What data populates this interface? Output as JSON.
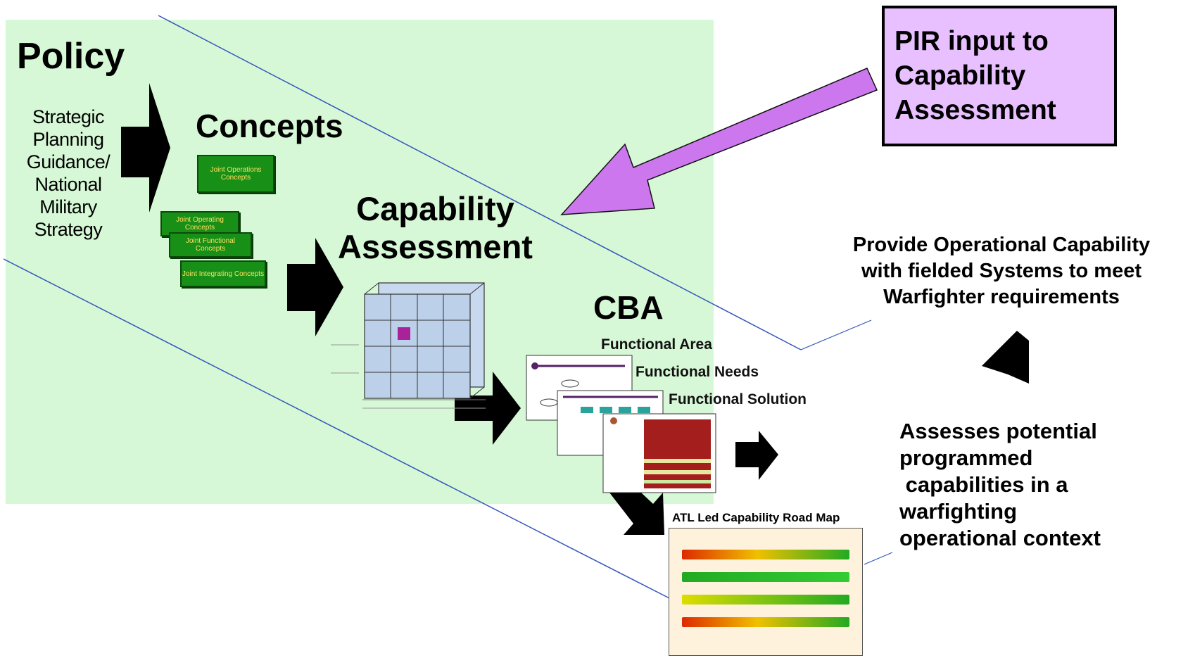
{
  "diagram": {
    "pir_box": {
      "lines": [
        "PIR input to",
        "Capability",
        "Assessment"
      ]
    },
    "policy": {
      "title": "Policy",
      "sub_lines": [
        "Strategic",
        "Planning",
        "Guidance/",
        "National",
        "Military",
        "Strategy"
      ]
    },
    "concepts": {
      "title": "Concepts",
      "boxes": [
        "Joint Operations Concepts",
        "Joint Operating Concepts",
        "Joint Functional Concepts",
        "Joint Integrating Concepts"
      ]
    },
    "capability_assessment": {
      "title_line1": "Capability",
      "title_line2": "Assessment"
    },
    "cba": {
      "title": "CBA",
      "functional_area": "Functional Area",
      "functional_needs": "Functional Needs",
      "functional_solution": "Functional Solution"
    },
    "roadmap": {
      "label": "ATL Led Capability Road Map"
    },
    "provide": {
      "lines": [
        "Provide Operational Capability",
        "with fielded Systems to meet",
        "Warfighter requirements"
      ]
    },
    "assesses": {
      "lines": [
        "Assesses potential",
        "programmed",
        " capabilities in a",
        "warfighting",
        "operational context"
      ]
    }
  },
  "colors": {
    "green_panel": "#d6f8d6",
    "pir_box": "#e8bfff",
    "pir_arrow": "#cc77ee",
    "concept_box": "#189018",
    "guide_lines": "#3355bb"
  }
}
